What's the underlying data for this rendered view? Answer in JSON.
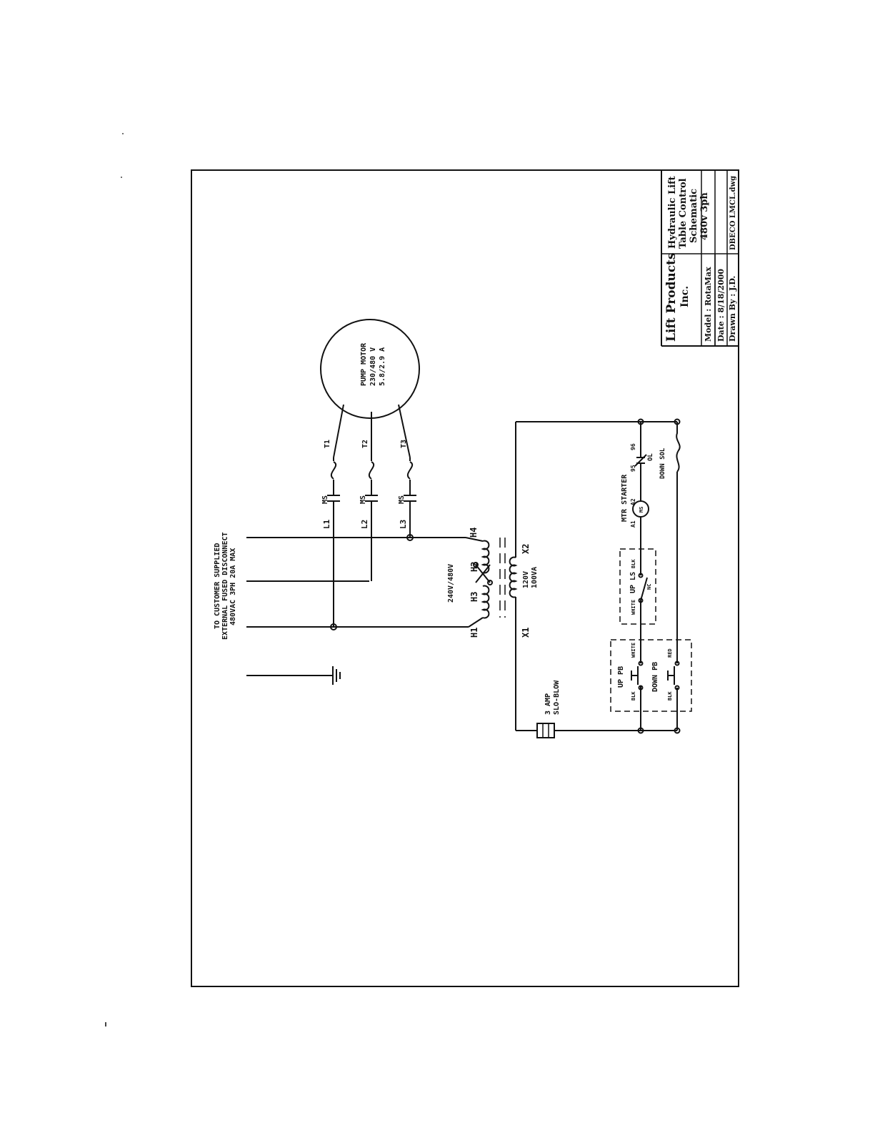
{
  "title_block": {
    "company": "Lift Products",
    "company2": "Inc.",
    "title_l1": "Hydraulic Lift",
    "title_l2": "Table Control",
    "title_l3": "Schematic",
    "title_l4": "480v 3ph",
    "model": "Model : RotaMax",
    "date": "Date : 8/18/2000",
    "drawn_by": "Drawn By : J.D.",
    "file": "DBECO LMCL.dwg"
  },
  "supply": {
    "l1": "TO CUSTOMER SUPPLIED",
    "l2": "EXTERNAL FUSED DISCONNECT",
    "l3": "480VAC 3PH 20A MAX"
  },
  "motor": {
    "l1": "PUMP MOTOR",
    "l2": "230/480 V",
    "l3": "5.8/2.9 A"
  },
  "lines": {
    "L1": "L1",
    "L2": "L2",
    "L3": "L3"
  },
  "contacts": {
    "c1": "MS",
    "c2": "MS",
    "c3": "MS"
  },
  "overloads": {
    "T1": "T1",
    "T2": "T2",
    "T3": "T3"
  },
  "transformer": {
    "primary": "240V/480V",
    "secondary_v": "120V",
    "secondary_va": "100VA",
    "H1": "H1",
    "H2": "H2",
    "H3": "H3",
    "H4": "H4",
    "X1": "X1",
    "X2": "X2"
  },
  "fuse": {
    "l1": "3 AMP",
    "l2": "SLO-BLOW"
  },
  "control": {
    "up_pb": "UP PB",
    "down_pb": "DOWN PB",
    "up_ls": "UP LS",
    "nc": "NC",
    "blk": "BLK",
    "white": "WHITE",
    "red": "RED",
    "mtr_starter": "MTR STARTER",
    "a1": "A1",
    "a2": "A2",
    "ms": "MS",
    "ol": "OL",
    "n95": "95",
    "n96": "96",
    "down_sol": "DOWN SOL"
  }
}
